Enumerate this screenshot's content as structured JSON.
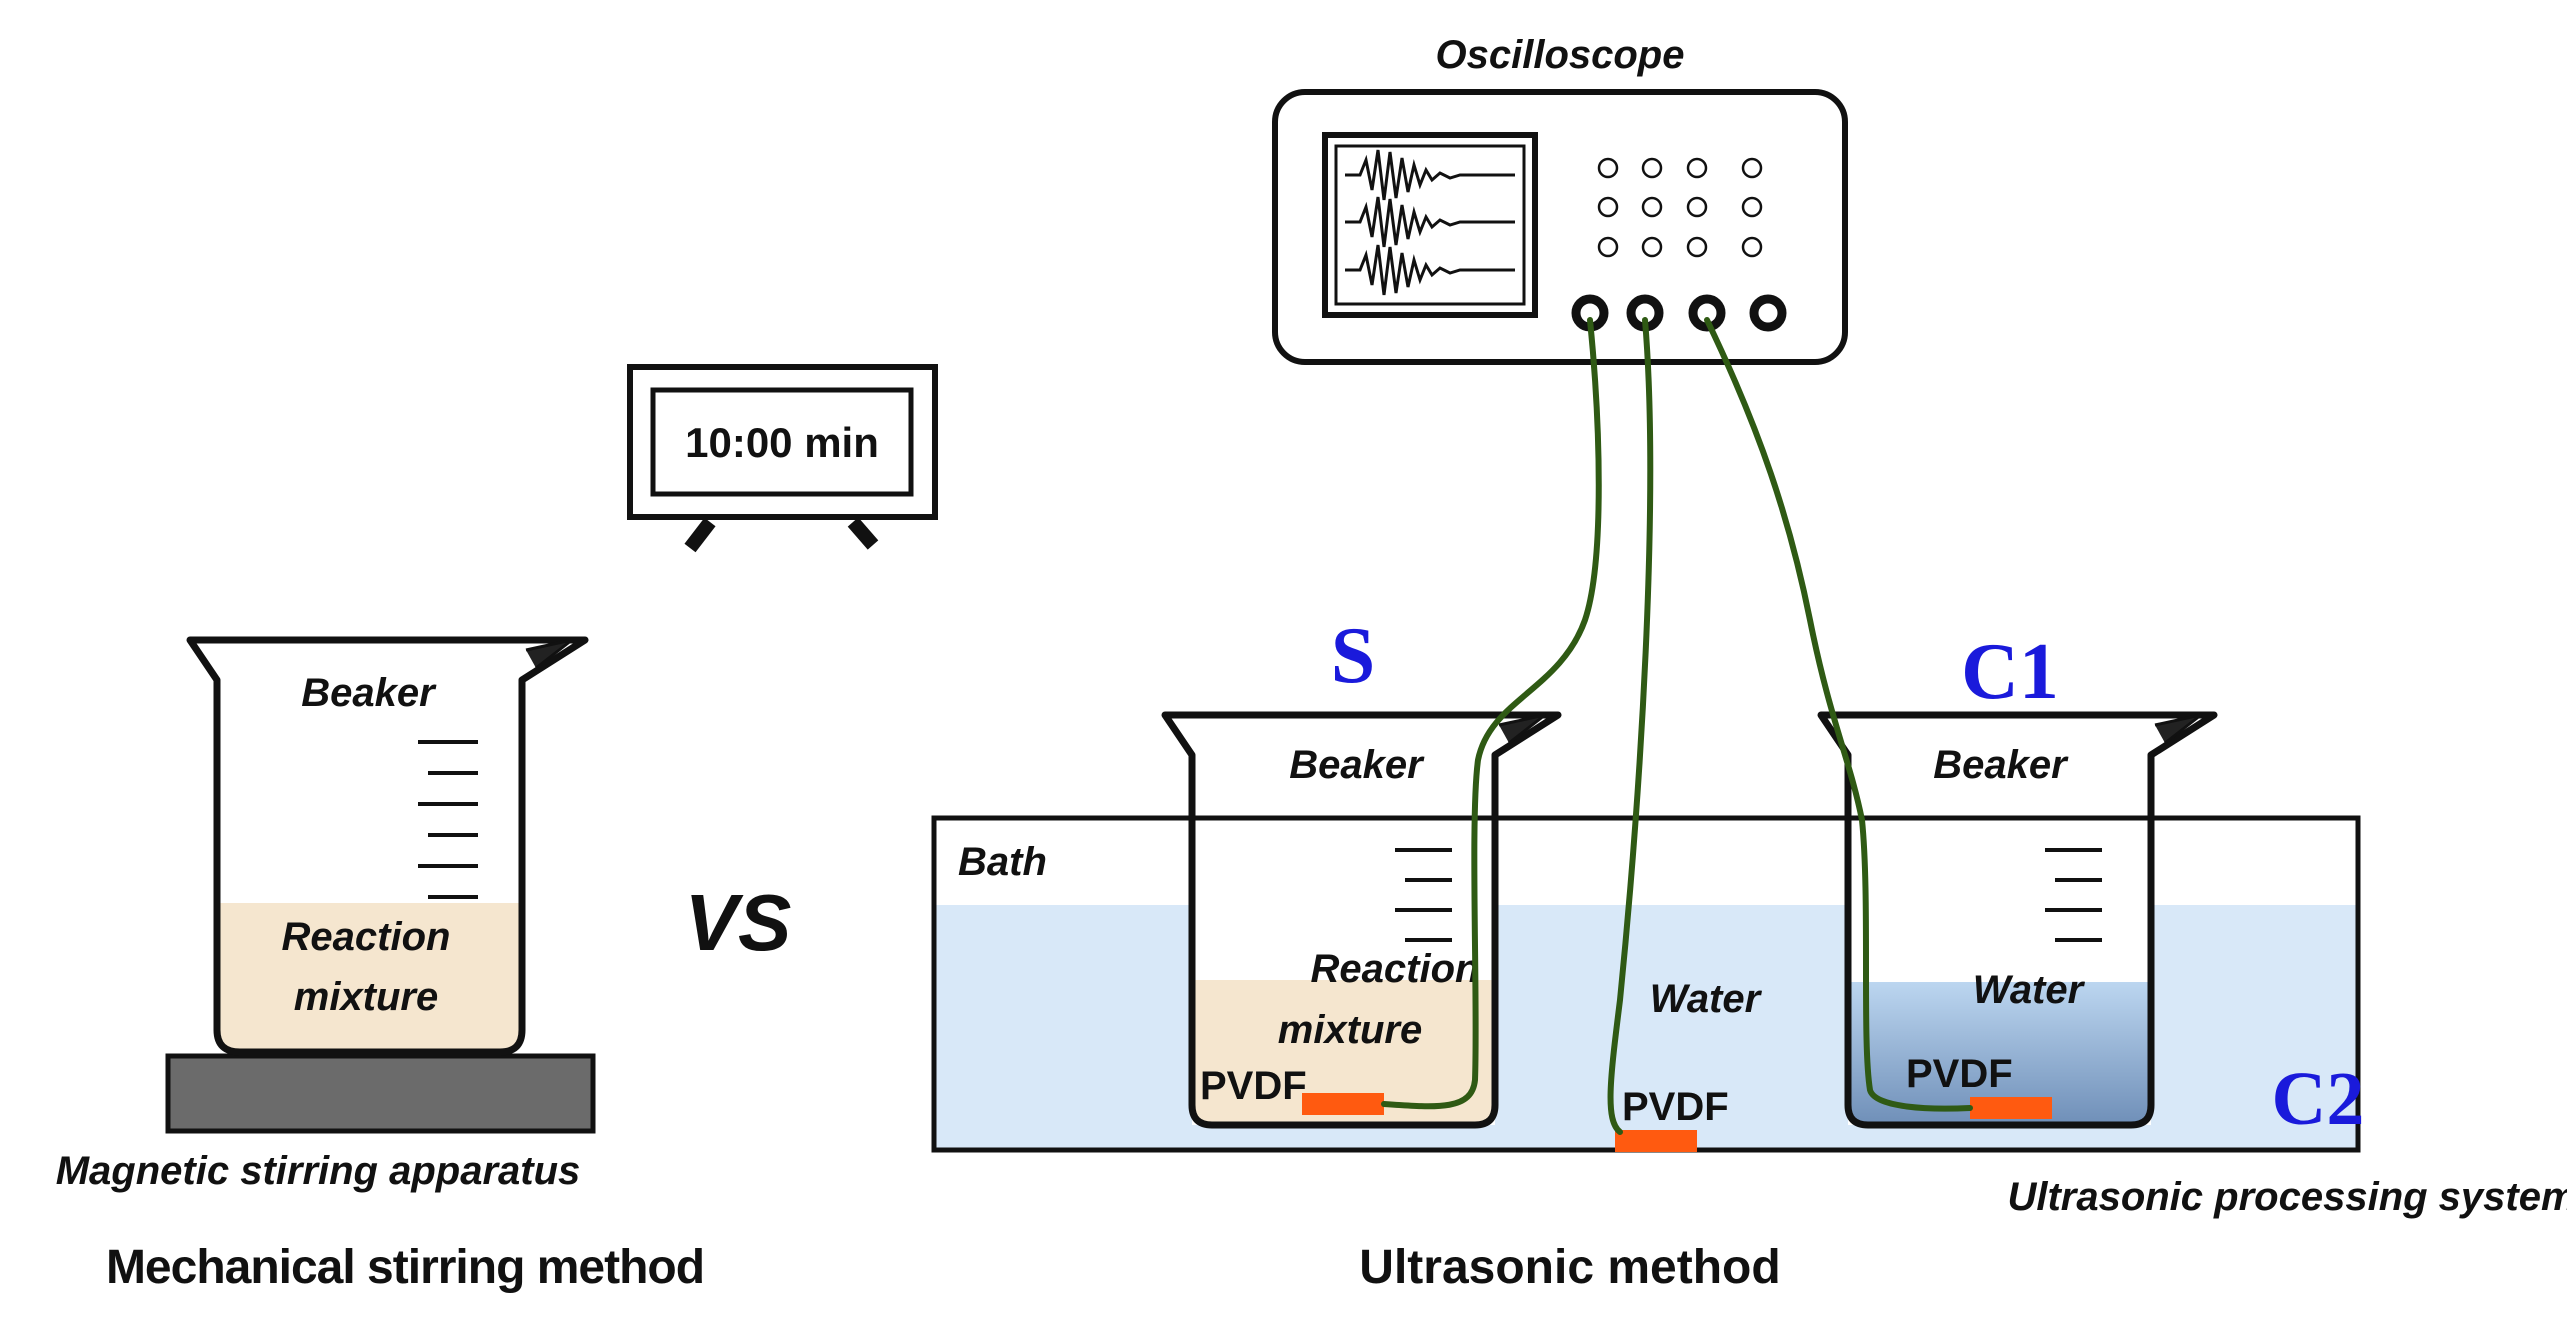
{
  "oscilloscope": {
    "label": "Oscilloscope"
  },
  "timer": {
    "text": "10:00 min"
  },
  "left": {
    "beaker_label": "Beaker",
    "mixture_line1": "Reaction",
    "mixture_line2": "mixture",
    "apparatus_label": "Magnetic stirring apparatus",
    "method_label": "Mechanical stirring method"
  },
  "vs_label": "VS",
  "right": {
    "bath_label": "Bath",
    "water_label": "Water",
    "pvdf_label": "PVDF",
    "system_label": "Ultrasonic processing system",
    "method_label": "Ultrasonic method",
    "beaker_s": {
      "tag": "S",
      "beaker_label": "Beaker",
      "mixture_line1": "Reaction",
      "mixture_line2": "mixture",
      "pvdf_label": "PVDF"
    },
    "beaker_c1": {
      "tag": "C1",
      "beaker_label": "Beaker",
      "water_label": "Water",
      "pvdf_label": "PVDF"
    },
    "c2_tag": "C2"
  },
  "colors": {
    "mixture": "#f5e6cf",
    "water_light": "#d8e8f8",
    "water_dark": "#8fb0d8",
    "cable": "#2f5a14",
    "pvdf": "#ff5a10",
    "stir_plate": "#6b6b6b",
    "tag_blue": "#1a1adb"
  }
}
